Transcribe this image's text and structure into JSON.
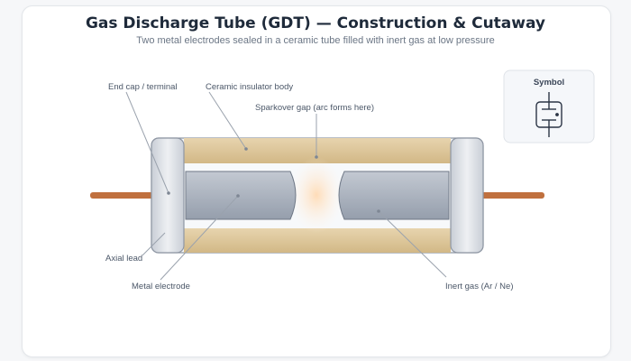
{
  "header": {
    "title": "Gas Discharge Tube (GDT) — Construction & Cutaway",
    "subtitle": "Two metal electrodes sealed in a ceramic tube filled with inert gas at low pressure"
  },
  "labels": {
    "end_cap": "End cap / terminal",
    "insulator": "Ceramic insulator body",
    "gap": "Sparkover gap (arc forms here)",
    "lead": "Axial lead",
    "electrode": "Metal electrode",
    "gas": "Inert gas (Ar / Ne)"
  },
  "symbol": {
    "label": "Symbol"
  },
  "colors": {
    "ceramic": "#dcc59a",
    "electrode": "#a8b0bd",
    "lead": "#c0703e",
    "endcap": "#d4d8de",
    "leader": "#9aa2ad"
  }
}
